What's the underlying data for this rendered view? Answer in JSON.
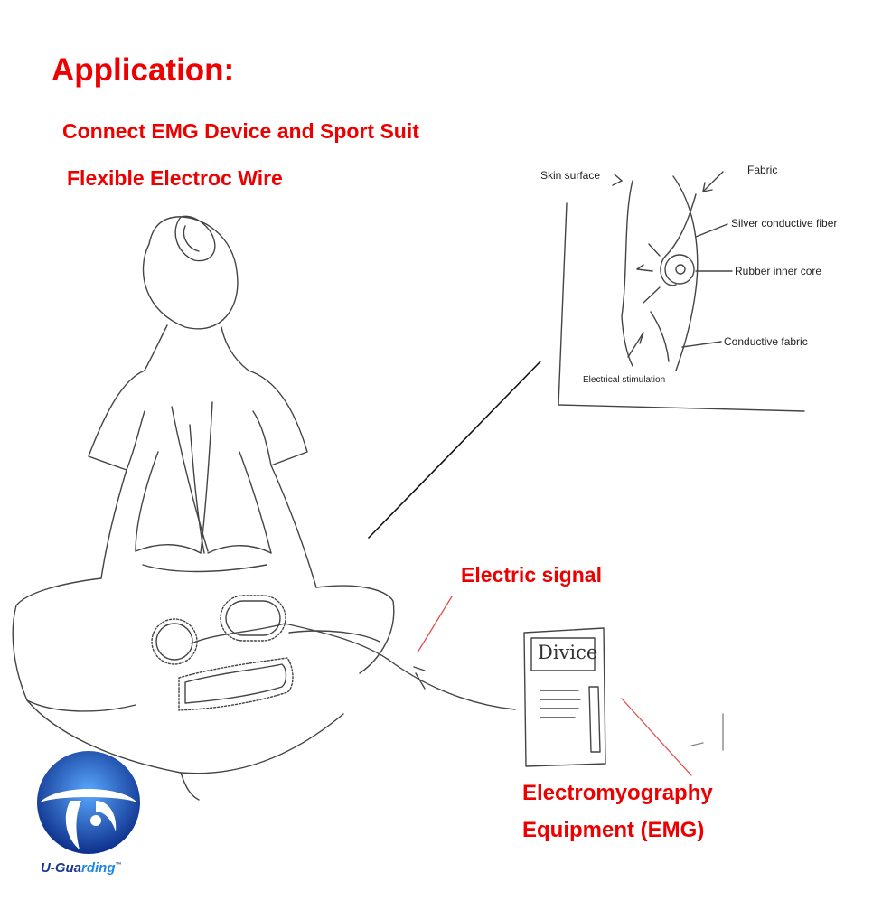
{
  "headings": {
    "application": "Application:",
    "connect": "Connect EMG Device and Sport Suit",
    "wire": "Flexible Electroc Wire"
  },
  "inset_labels": {
    "skin_surface": "Skin surface",
    "fabric": "Fabric",
    "silver_fiber": "Silver conductive fiber",
    "rubber_core": "Rubber inner core",
    "conductive_fabric": "Conductive fabric",
    "electrical_stimulation": "Electrical stimulation"
  },
  "callouts": {
    "electric_signal": "Electric signal",
    "emg_line1": "Electromyography",
    "emg_line2": "Equipment (EMG)"
  },
  "device": {
    "screen_text": "Divice"
  },
  "logo": {
    "brand_u": "U-Gua",
    "brand_rest": "rding",
    "tm": "™"
  },
  "colors": {
    "heading_red": "#ee0000",
    "sketch_stroke": "#444444",
    "logo_blue_dark": "#1a3a8f",
    "logo_blue_light": "#1e88e5"
  }
}
